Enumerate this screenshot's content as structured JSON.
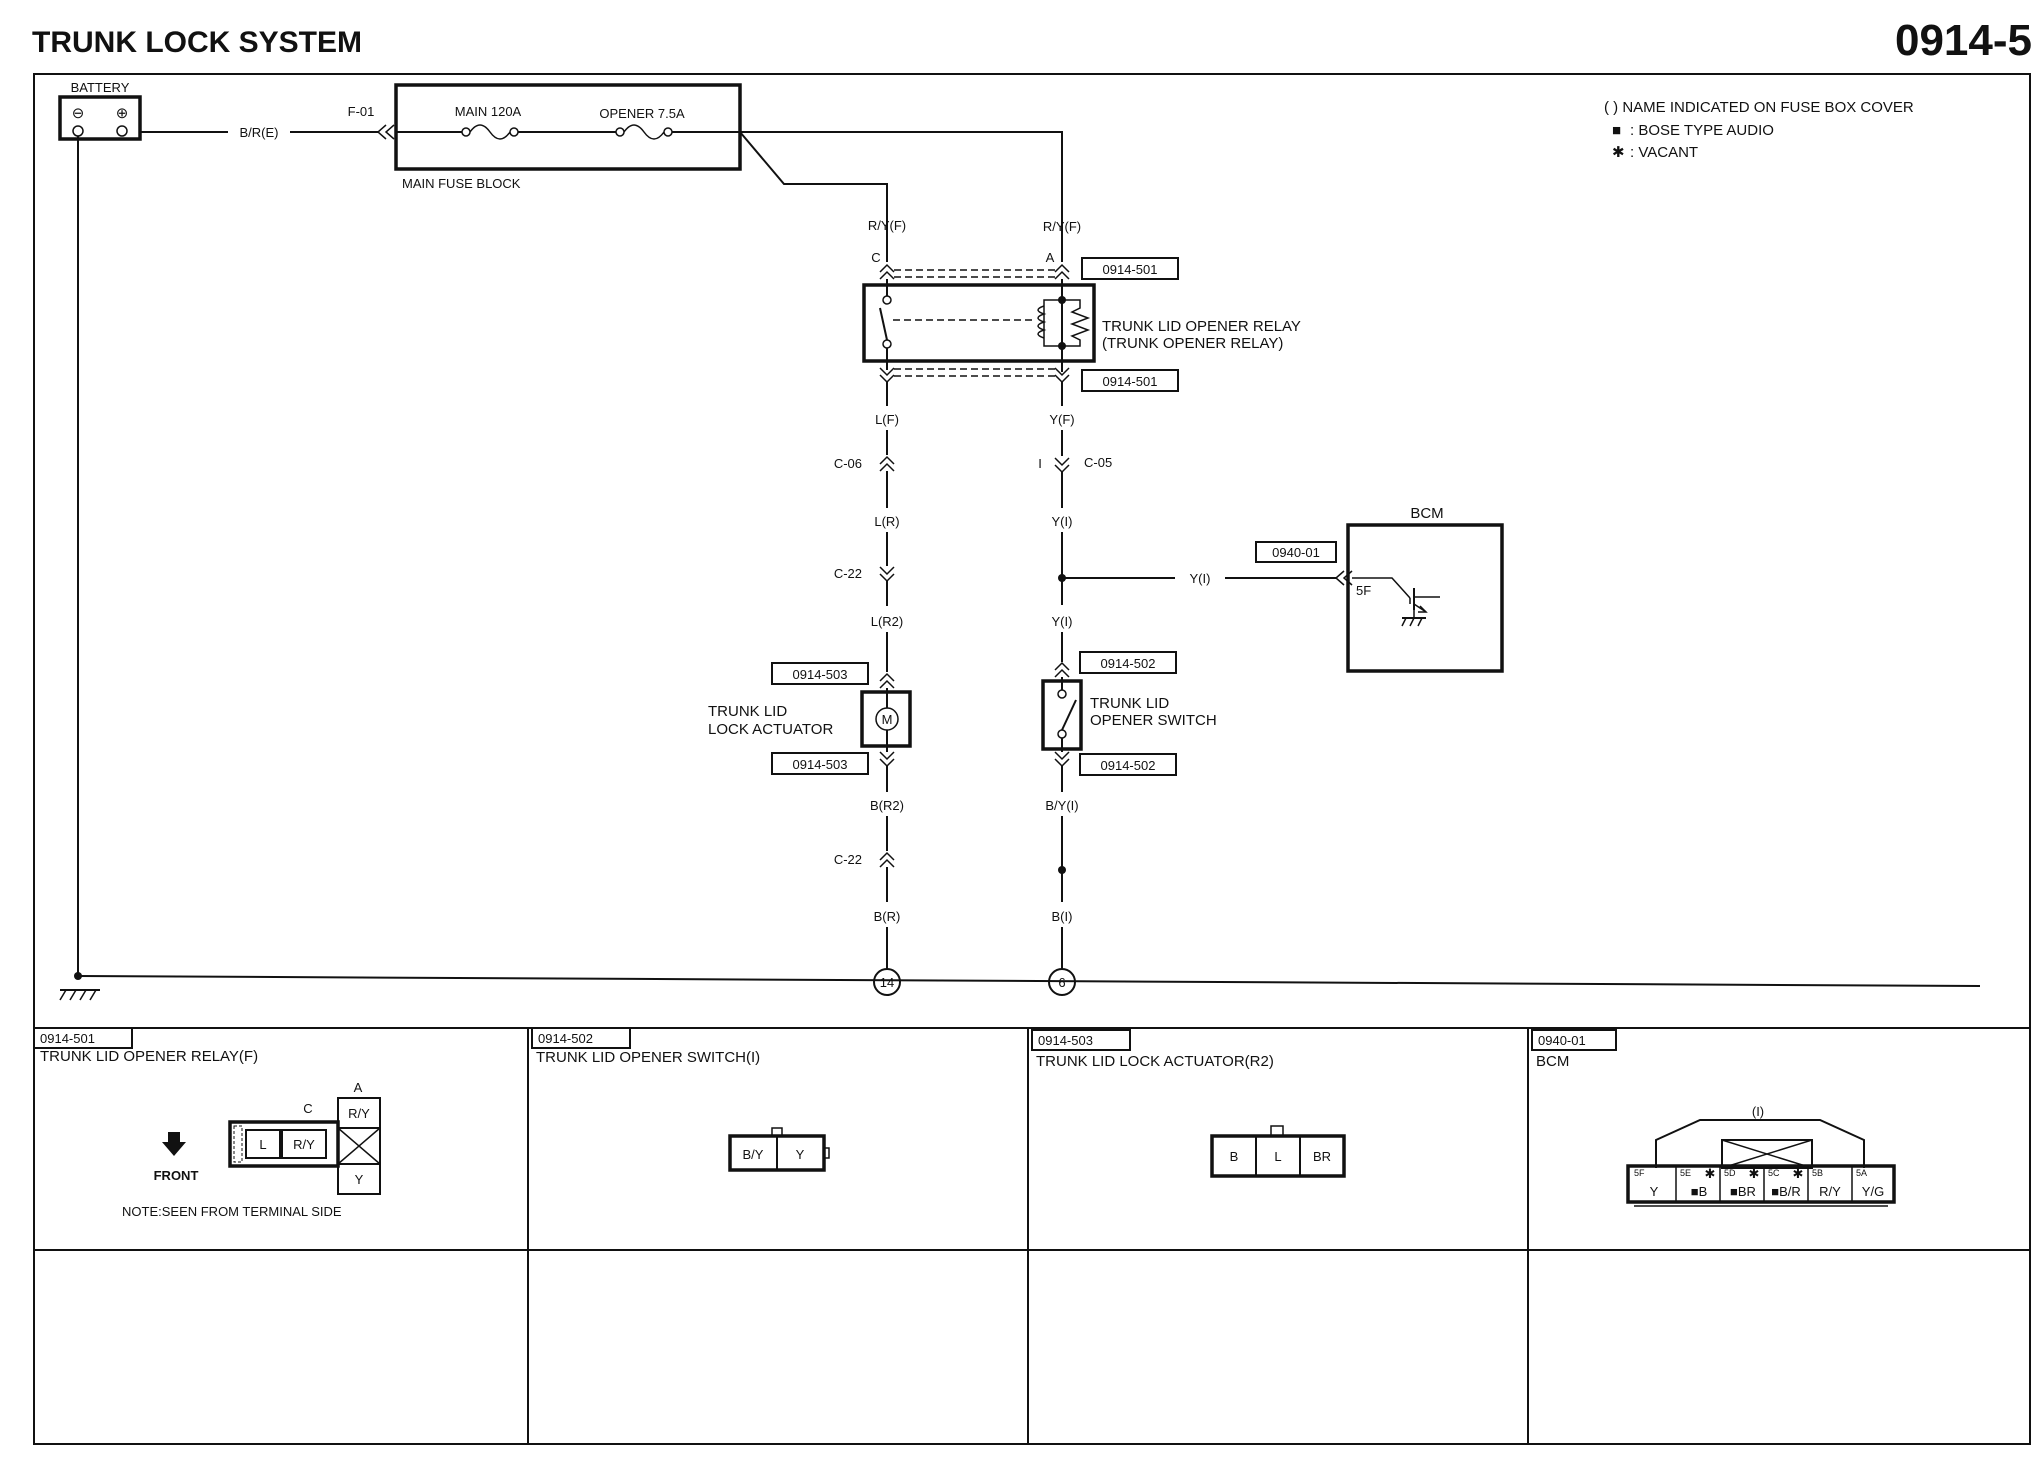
{
  "header": {
    "title": "TRUNK LOCK SYSTEM",
    "page_number": "0914-5"
  },
  "legend": {
    "line1": "( ) NAME INDICATED ON FUSE BOX COVER",
    "line2_mark": "■",
    "line2": ": BOSE TYPE AUDIO",
    "line3_mark": "✱",
    "line3": ": VACANT"
  },
  "battery": {
    "label": "BATTERY",
    "neg": "⊖",
    "pos": "⊕",
    "wire": "B/R(E)"
  },
  "fuse_block": {
    "connector": "F-01",
    "main_fuse": "MAIN 120A",
    "opener_fuse": "OPENER 7.5A",
    "name": "MAIN FUSE BLOCK"
  },
  "left_branch": {
    "wire_top": "R/Y(F)",
    "relay_pin": "C",
    "wire_1": "L(F)",
    "connector_1": "C-06",
    "wire_2": "L(R)",
    "connector_2": "C-22",
    "wire_3": "L(R2)",
    "wire_4": "B(R2)",
    "connector_3": "C-22",
    "wire_5": "B(R)",
    "ground": "14"
  },
  "right_branch": {
    "wire_top": "R/Y(F)",
    "relay_pin": "A",
    "wire_1": "Y(F)",
    "mark_i": "I",
    "connector_1": "C-05",
    "wire_2": "Y(I)",
    "wire_3": "Y(I)",
    "wire_4": "B/Y(I)",
    "wire_5": "B(I)",
    "ground": "6"
  },
  "relay": {
    "ref_top": "0914-501",
    "ref_bottom": "0914-501",
    "name": "TRUNK LID OPENER RELAY",
    "alt_name": "(TRUNK OPENER RELAY)"
  },
  "actuator": {
    "ref_top": "0914-503",
    "ref_bottom": "0914-503",
    "name_line1": "TRUNK LID",
    "name_line2": "LOCK ACTUATOR",
    "symbol": "M"
  },
  "switch": {
    "ref_top": "0914-502",
    "ref_bottom": "0914-502",
    "name_line1": "TRUNK LID",
    "name_line2": "OPENER SWITCH"
  },
  "bcm": {
    "label": "BCM",
    "ref": "0940-01",
    "wire": "Y(I)",
    "pin": "5F"
  },
  "connectors": [
    {
      "ref": "0914-501",
      "title": "TRUNK LID OPENER RELAY(F)",
      "front_label": "FRONT",
      "note": "NOTE:SEEN FROM TERMINAL SIDE",
      "pin_a": "A",
      "pin_c": "C",
      "cell_ry_top": "R/Y",
      "cell_l": "L",
      "cell_ry": "R/Y",
      "cell_y": "Y"
    },
    {
      "ref": "0914-502",
      "title": "TRUNK LID OPENER SWITCH(I)",
      "cells": [
        "B/Y",
        "Y"
      ]
    },
    {
      "ref": "0914-503",
      "title": "TRUNK LID LOCK ACTUATOR(R2)",
      "cells": [
        "B",
        "L",
        "BR"
      ]
    },
    {
      "ref": "0940-01",
      "title": "BCM",
      "top_label": "(I)",
      "pins": [
        {
          "num": "5F",
          "wire": "Y"
        },
        {
          "num": "5E",
          "wire": "■B",
          "vacant": "✱"
        },
        {
          "num": "5D",
          "wire": "■BR",
          "vacant": "✱"
        },
        {
          "num": "5C",
          "wire": "■B/R",
          "vacant": "✱"
        },
        {
          "num": "5B",
          "wire": "R/Y"
        },
        {
          "num": "5A",
          "wire": "Y/G"
        }
      ]
    }
  ]
}
